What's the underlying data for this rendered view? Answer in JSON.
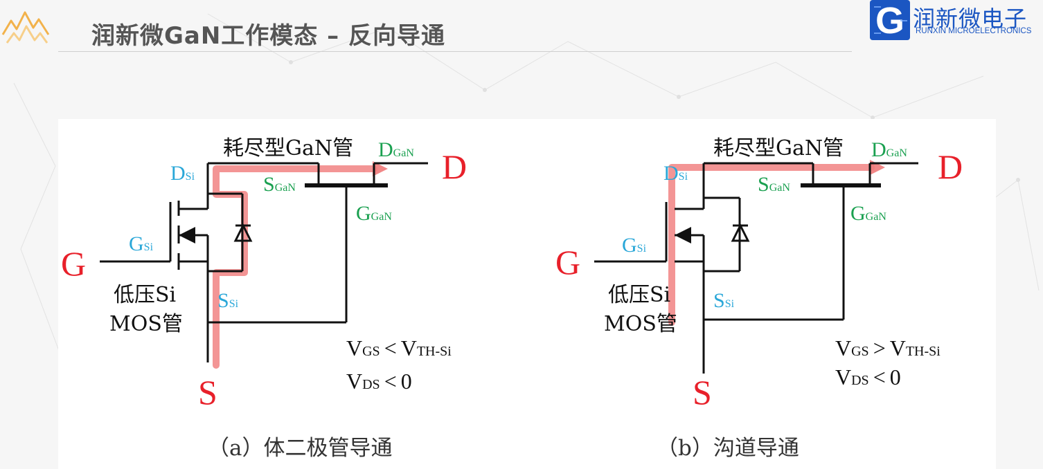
{
  "header": {
    "title": "润新微GaN工作模态 – 反向导通",
    "logo_cn": "润新微电子",
    "logo_en": "RUNXIN MICROELECTRONICS",
    "logo_letter": "G"
  },
  "colors": {
    "title": "#555555",
    "brand": "#1b56c2",
    "terminal_red": "#e8202a",
    "si_label_blue": "#2aa7d8",
    "gan_label_green": "#1aa050",
    "current_path": "#f07a7a",
    "wire": "#111111"
  },
  "diagrams": [
    {
      "id": "a",
      "gan_device_label": "耗尽型GaN管",
      "d_gan": {
        "main": "D",
        "sub": "GaN"
      },
      "s_gan": {
        "main": "S",
        "sub": "GaN"
      },
      "g_gan": {
        "main": "G",
        "sub": "GaN"
      },
      "d_si": {
        "main": "D",
        "sub": "Si"
      },
      "g_si": {
        "main": "G",
        "sub": "Si"
      },
      "s_si": {
        "main": "S",
        "sub": "Si"
      },
      "terminal_d": "D",
      "terminal_g": "G",
      "terminal_s": "S",
      "mos_label_1": "低压Si",
      "mos_label_2": "MOS管",
      "cond_1": {
        "v": "V",
        "vsub": "GS",
        "op": "<",
        "th": "V",
        "thsub": "TH-Si"
      },
      "cond_2": {
        "v": "V",
        "vsub": "DS",
        "op": "<",
        "val": "0"
      },
      "caption": "（a）体二极管导通"
    },
    {
      "id": "b",
      "gan_device_label": "耗尽型GaN管",
      "d_gan": {
        "main": "D",
        "sub": "GaN"
      },
      "s_gan": {
        "main": "S",
        "sub": "GaN"
      },
      "g_gan": {
        "main": "G",
        "sub": "GaN"
      },
      "d_si": {
        "main": "D",
        "sub": "Si"
      },
      "g_si": {
        "main": "G",
        "sub": "Si"
      },
      "s_si": {
        "main": "S",
        "sub": "Si"
      },
      "terminal_d": "D",
      "terminal_g": "G",
      "terminal_s": "S",
      "mos_label_1": "低压Si",
      "mos_label_2": "MOS管",
      "cond_1": {
        "v": "V",
        "vsub": "GS",
        "op": ">",
        "th": "V",
        "thsub": "TH-Si"
      },
      "cond_2": {
        "v": "V",
        "vsub": "DS",
        "op": "<",
        "val": "0"
      },
      "caption": "（b）沟道导通"
    }
  ]
}
